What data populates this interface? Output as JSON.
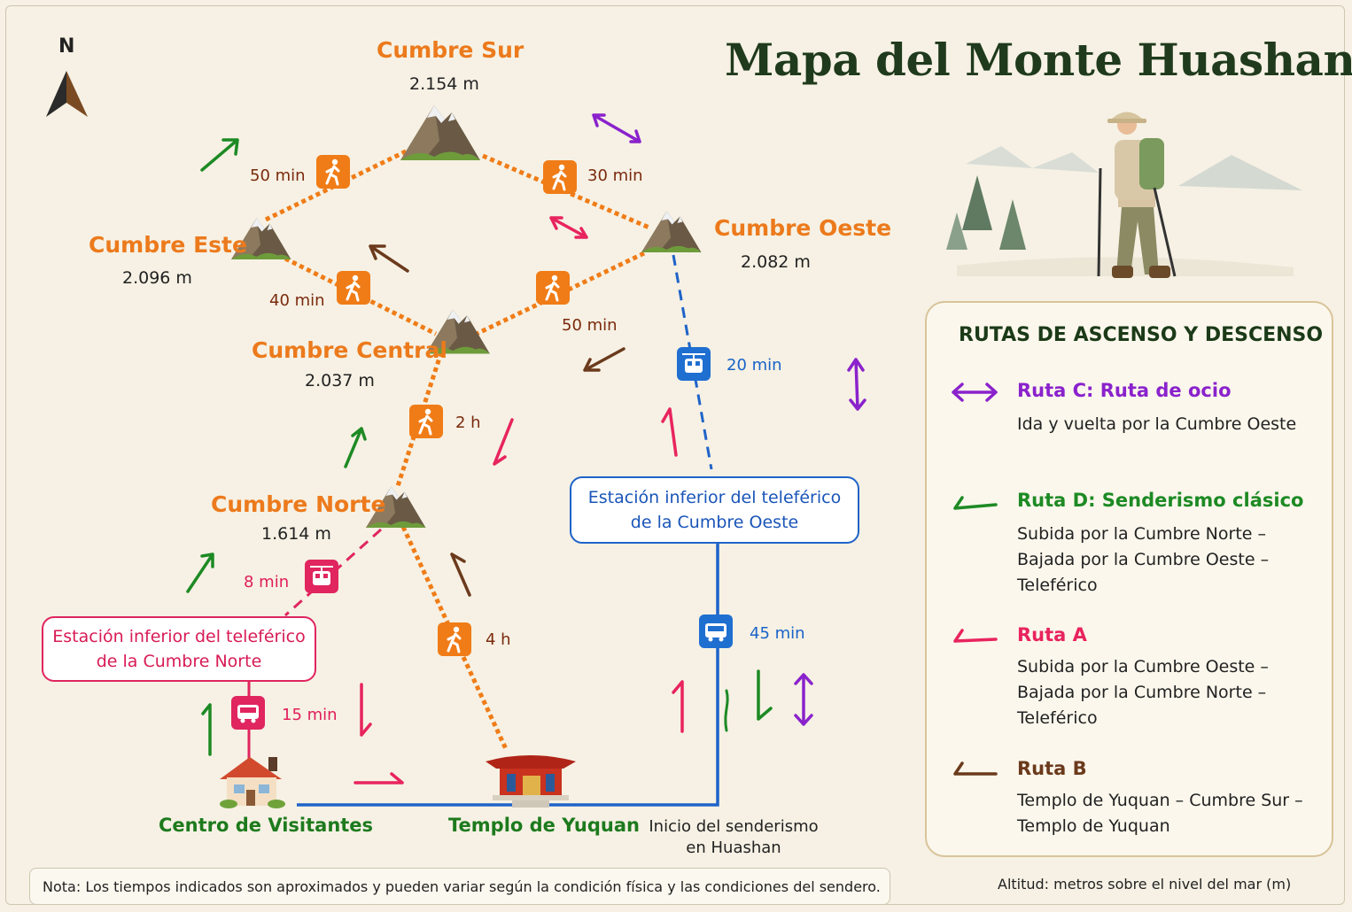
{
  "title": "Mapa del Monte Huashan",
  "compass": {
    "label": "N"
  },
  "peaks": {
    "sur": {
      "name": "Cumbre Sur",
      "altitude": "2.154 m"
    },
    "este": {
      "name": "Cumbre Este",
      "altitude": "2.096 m"
    },
    "oeste": {
      "name": "Cumbre Oeste",
      "altitude": "2.082 m"
    },
    "central": {
      "name": "Cumbre Central",
      "altitude": "2.037 m"
    },
    "norte": {
      "name": "Cumbre Norte",
      "altitude": "1.614 m"
    }
  },
  "times": {
    "este_sur": "50 min",
    "sur_oeste": "30 min",
    "este_central": "40 min",
    "central_oeste": "50 min",
    "norte_central": "2 h",
    "yuquan_sur": "4 h",
    "cable_oeste": "20 min",
    "cable_norte": "8 min",
    "bus_norte": "15 min",
    "bus_oeste": "45 min"
  },
  "stations": {
    "oeste": "Estación inferior del teleférico de la Cumbre Oeste",
    "norte": "Estación inferior del teleférico de la Cumbre Norte"
  },
  "places": {
    "visitor_center": "Centro de Visitantes",
    "temple": "Templo de Yuquan",
    "trail_start": "Inicio del senderismo en Huashan"
  },
  "legend": {
    "title": "RUTAS DE ASCENSO Y DESCENSO",
    "routes": [
      {
        "name": "Ruta C:  Ruta de ocio",
        "desc": "Ida y vuelta por la Cumbre Oeste",
        "color": "#8a22cc"
      },
      {
        "name": "Ruta D: Senderismo clásico",
        "desc": "Subida por la Cumbre Norte – Bajada por la Cumbre Oeste – Teleférico",
        "color": "#1d8a24"
      },
      {
        "name": "Ruta A",
        "desc": "Subida por la Cumbre Oeste – Bajada por la Cumbre Norte – Teleférico",
        "color": "#e8245e"
      },
      {
        "name": "Ruta B",
        "desc": "Templo de Yuquan – Cumbre Sur – Templo de Yuquan",
        "color": "#6b3a1c"
      }
    ]
  },
  "note": "Nota: Los tiempos indicados son aproximados y pueden variar según la condición física y las condiciones del sendero.",
  "altitude_note": "Altitud: metros sobre el nivel del mar (m)",
  "colors": {
    "hiking": "#f07c17",
    "west_route": "#1f63c9",
    "north_route": "#e0255f",
    "route_a": "#e8245e",
    "route_b": "#6b3a1c",
    "route_c": "#8a22cc",
    "route_d": "#1d8a24"
  }
}
